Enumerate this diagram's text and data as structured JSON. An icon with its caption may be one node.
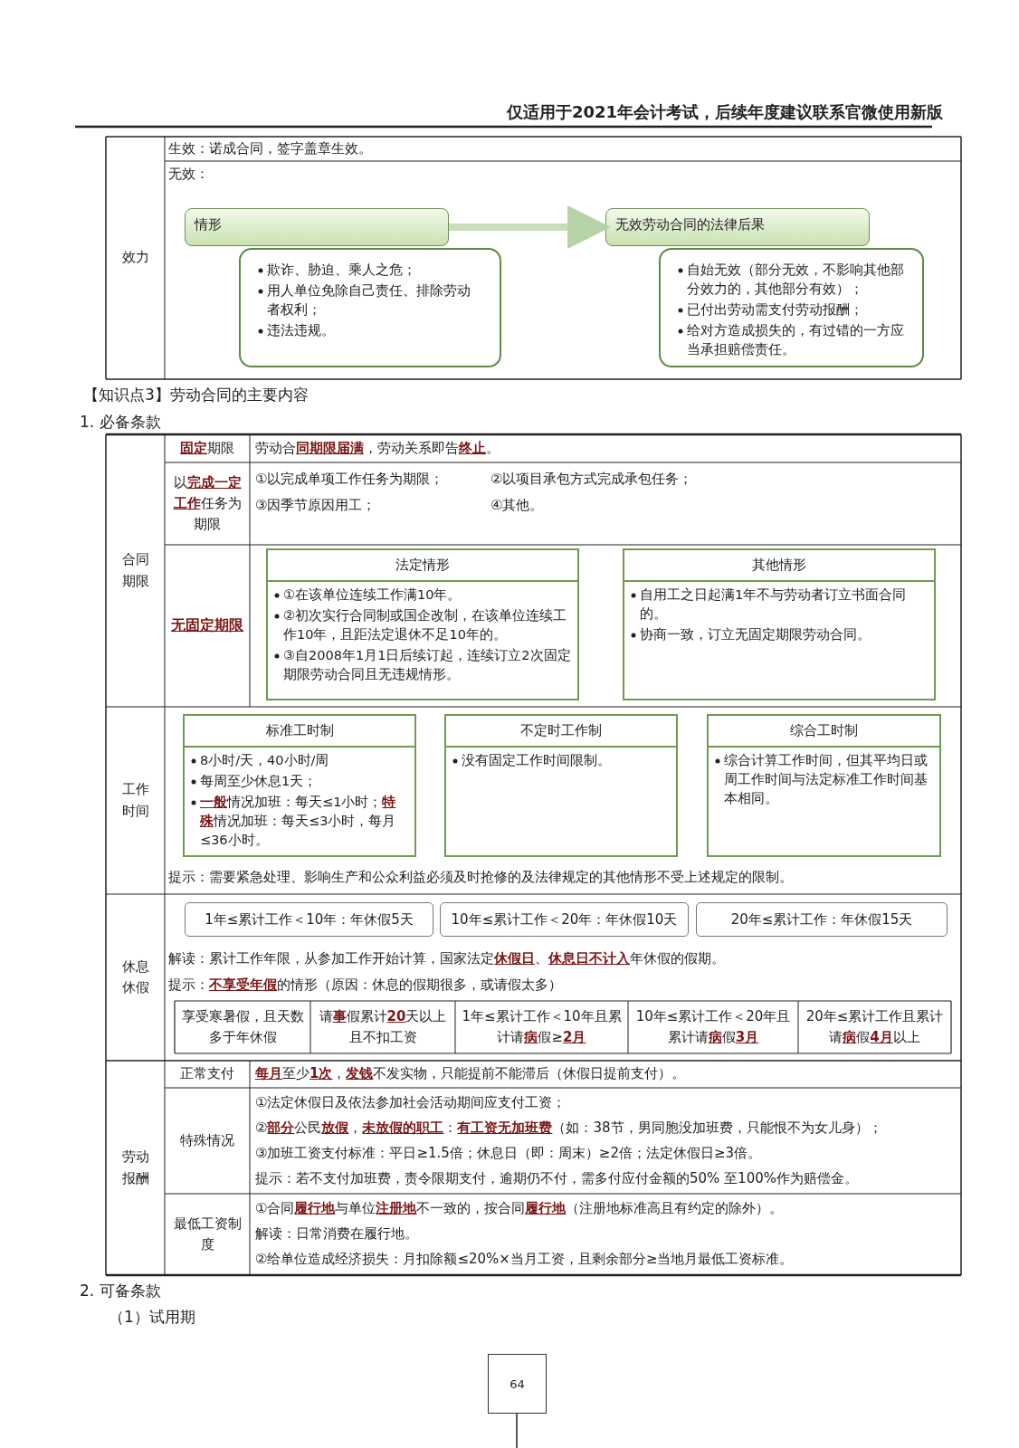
{
  "diagram": {
    "nodes": [
      {
        "text": [
          "情形"
        ]
      },
      {
        "text": [
          "欺诈、胁迫、乘人之危；",
          "用人单位免除自己责任、排除劳动者权利；",
          "违法违规。"
        ]
      },
      {
        "text": [
          "无效劳动合同的法律后果"
        ]
      },
      {
        "text": [
          "自始无效（部分无效，不影响其他部分效力的，其他部分有效）；",
          "已付出劳动需支付劳动报酬；",
          "给对方造成损失的，有过错的一方应当承担赔偿责任。"
        ]
      },
      {
        "text": [
          "法定情形",
          "①在该单位连续工作满10年。",
          "②初次实行合同制或国企改制，在该单位连续工作10年，且距法定退休不足10年的。",
          "③自2008年1月1日后续订起，连续订立2次固定期限劳动合同且无违规情形。"
        ]
      },
      {
        "text": [
          "其他情形",
          "自用工之日起满1年不与劳动者订立书面合同的。",
          "协商一致，订立无固定期限劳动合同。"
        ]
      },
      {
        "text": [
          "标准工时制",
          "8小时/天，40小时/周",
          "每周至少休息1天；",
          "**一般**情况加班：每天≤1小时；**特殊**情况加班：每天≤3小时，每月≤36小时。"
        ]
      },
      {
        "text": [
          "不定时工作制",
          "没有固定工作时间限制。"
        ]
      },
      {
        "text": [
          "综合工时制",
          "综合计算工作时间，但其平均日或周工作时间与法定标准工作时间基本相同。"
        ]
      },
      {
        "text": [
          "1年≤累计工作＜10年：年休假5天"
        ]
      },
      {
        "text": [
          "10年≤累计工作＜20年：年休假10天"
        ]
      },
      {
        "text": [
          "20年≤累计工作：年休假15天"
        ]
      },
      {
        "text": [
          "64"
        ]
      }
    ],
    "edges": [
      {
        "from": 0,
        "to": 2,
        "arrow": "to"
      }
    ],
    "labels": [
      "仅适用于2021年会计考试，后续年度建议联系官微使用新版",
      "效力",
      "生效：诺成合同，签字盖章生效。",
      "无效：",
      "【知识点3】劳动合同的主要内容",
      "1. 必备条款",
      "合同期限",
      "**固定**期限",
      "劳动合**同期限届满**，劳动关系即告**终止**。",
      "以**完成一定工作**任务为期限",
      "①以完成单项工作任务为期限；",
      "②以项目承包方式完成承包任务；",
      "③因季节原因用工；",
      "④其他。",
      "**无固定期限**",
      "工作时间",
      "提示：需要紧急处理、影响生产和公众利益必须及时抢修的及法律规定的其他情形不受上述规定的限制。",
      "休息休假",
      "解读：累计工作年限，从参加工作开始计算，国家法定**休假日**、**休息日不计入**年休假的假期。",
      "提示：**不享受年假**的情形（原因：休息的假期很多，或请假太多）",
      "享受寒暑假，且天数多于年休假",
      "请**事**假累计**20**天以上且不扣工资",
      "1年≤累计工作＜10年且累计请**病**假≥**2月**",
      "10年≤累计工作＜20年且累计请**病**假**3月**",
      "20年≤累计工作且累计请**病**假**4月**以上",
      "劳动报酬",
      "正常支付",
      "**每月**至少**1次**，**发钱**不发实物，只能提前不能滞后（休假日提前支付）。",
      "特殊情况",
      "①法定休假日及依法参加社会活动期间应支付工资；",
      "②**部分**公民**放假**，**未放假的职工**：**有工资无加班费**（如：38节，男同胞没加班费，只能恨不为女儿身）；",
      "③加班工资支付标准：平日≥1.5倍；休息日（即：周末）≥2倍；法定休假日≥3倍。",
      "提示：若不支付加班费，责令限期支付，逾期仍不付，需多付应付金额的50% 至100%作为赔偿金。",
      "最低工资制度",
      "①合同**履行地**与单位**注册地**不一致的，按合同**履行地**（注册地标准高且有约定的除外）。",
      "解读：日常消费在履行地。",
      "②给单位造成经济损失：月扣除额≤20%×当月工资，且剩余部分≥当地月最低工资标准。",
      "2. 可备条款",
      "（1）试用期"
    ]
  }
}
